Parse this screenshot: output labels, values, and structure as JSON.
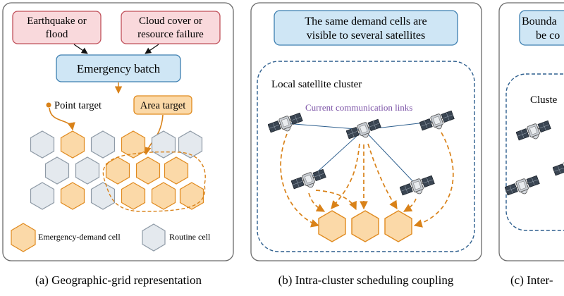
{
  "panel_a": {
    "hazard_left": [
      "Earthquake or",
      "flood"
    ],
    "hazard_right": [
      "Cloud cover or",
      "resource failure"
    ],
    "batch_label": "Emergency batch",
    "point_target": "Point target",
    "area_target": "Area target",
    "legend_emergency": "Emergency-demand cell",
    "legend_routine": "Routine cell",
    "caption": "(a) Geographic-grid representation"
  },
  "panel_b": {
    "banner": [
      "The same demand cells are",
      "visible to several satellites"
    ],
    "cluster_label": "Local satellite cluster",
    "links_label": "Current communication links",
    "caption": "(b) Intra-cluster scheduling coupling"
  },
  "panel_c": {
    "banner": [
      "Bounda",
      "be co"
    ],
    "cluster_label": "Cluste",
    "caption": "(c) Inter-"
  },
  "colors": {
    "hazard_fill": "#f9d9dc",
    "hazard_stroke": "#c0505a",
    "batch_fill": "#cfe6f5",
    "batch_stroke": "#3d7fb0",
    "emergency_fill": "#fbd9a8",
    "emergency_stroke": "#e08a1e",
    "routine_fill": "#e4e9ee",
    "routine_stroke": "#8e9aa6",
    "arrow_orange": "#d98219",
    "cluster_border": "#2e5f8e",
    "links_text": "#7b52a6"
  }
}
